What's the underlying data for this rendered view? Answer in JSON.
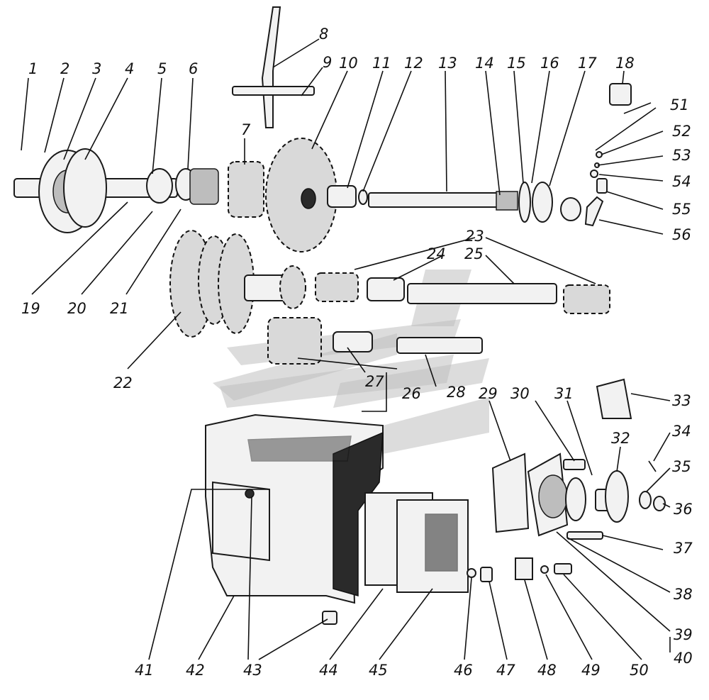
{
  "callouts": [
    "1",
    "2",
    "3",
    "4",
    "5",
    "6",
    "7",
    "8",
    "9",
    "10",
    "11",
    "12",
    "13",
    "14",
    "15",
    "16",
    "17",
    "18",
    "19",
    "20",
    "21",
    "22",
    "23",
    "24",
    "25",
    "26",
    "27",
    "28",
    "29",
    "30",
    "31",
    "32",
    "33",
    "34",
    "35",
    "36",
    "37",
    "38",
    "39",
    "40",
    "41",
    "42",
    "43",
    "44",
    "45",
    "46",
    "47",
    "48",
    "49",
    "50",
    "51",
    "52",
    "53",
    "54",
    "55",
    "56"
  ],
  "watermark": "logo-mark",
  "colors": {
    "ink": "#111111",
    "paper": "#ffffff",
    "watermark": "#bfbfbf"
  }
}
